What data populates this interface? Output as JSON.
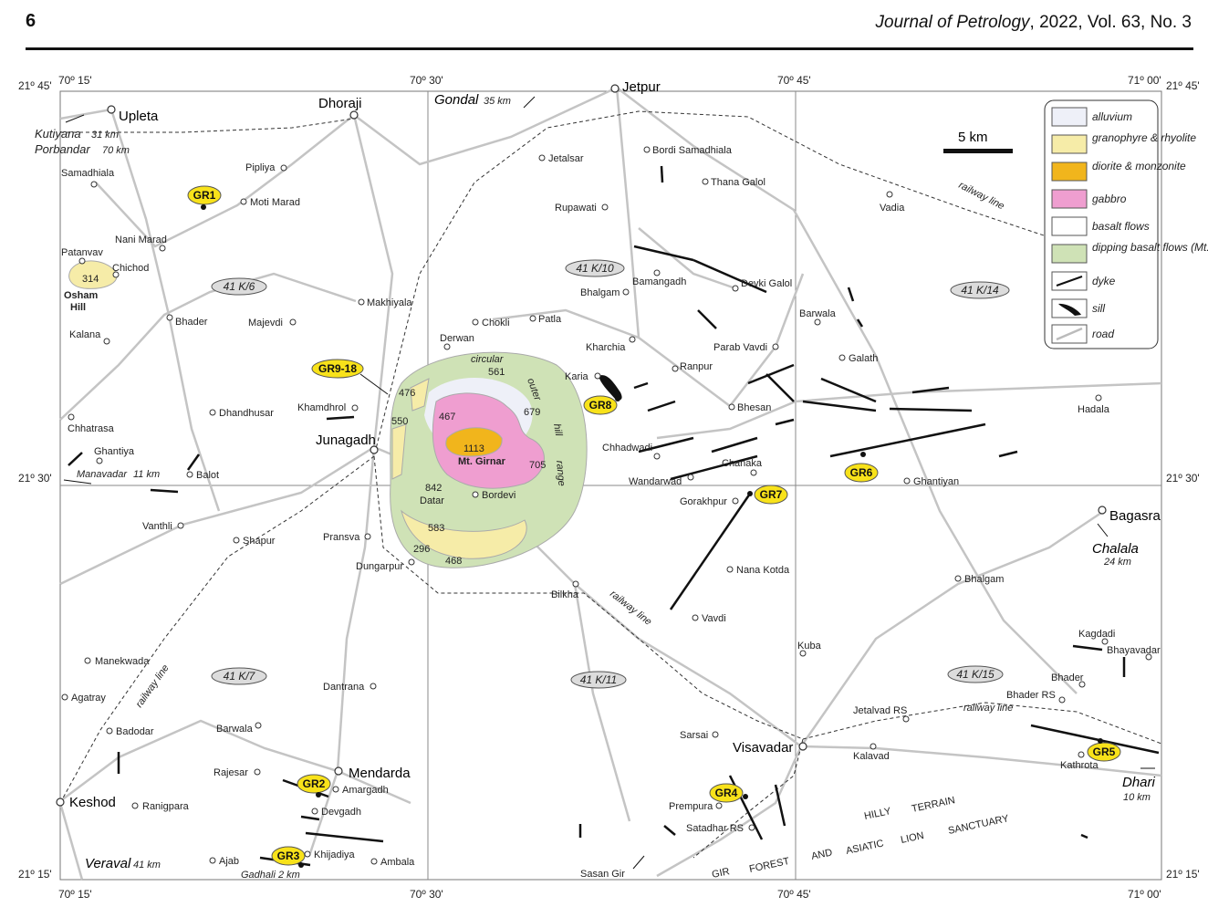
{
  "header": {
    "page_number": "6",
    "journal_name": "Journal of Petrology",
    "journal_rest": ", 2022, Vol. 63, No. 3"
  },
  "coords": {
    "lon_70_15": "70º 15'",
    "lon_70_30": "70º 30'",
    "lon_70_45": "70º 45'",
    "lon_71_00": "71º 00'",
    "lat_21_45": "21º 45'",
    "lat_21_30": "21º 30'",
    "lat_21_15": "21º 15'"
  },
  "legend": {
    "scale": "5 km",
    "items": [
      {
        "label": "alluvium",
        "color": "#eef0f8"
      },
      {
        "label": "granophyre & rhyolite",
        "color": "#f6eca8"
      },
      {
        "label": "diorite & monzonite",
        "color": "#f1b51c"
      },
      {
        "label": "gabbro",
        "color": "#ef9ed0"
      },
      {
        "label": "basalt flows",
        "color": "#ffffff"
      },
      {
        "label": "dipping basalt flows (Mt. Girnar)",
        "color": "#cfe2b6"
      },
      {
        "label": "dyke"
      },
      {
        "label": "sill"
      },
      {
        "label": "road"
      }
    ]
  },
  "sheets": [
    "41 K/6",
    "41 K/10",
    "41 K/14",
    "41 K/7",
    "41 K/11",
    "41 K/15"
  ],
  "samples": [
    "GR1",
    "GR9-18",
    "GR8",
    "GR6",
    "GR7",
    "GR2",
    "GR3",
    "GR4",
    "GR5"
  ],
  "towns": {
    "jetpur": "Jetpur",
    "dhoraji": "Dhoraji",
    "upleta": "Upleta",
    "junagadh": "Junagadh",
    "mendarda": "Mendarda",
    "keshod": "Keshod",
    "visavadar": "Visavadar",
    "bagasra": "Bagasra"
  },
  "villages": {
    "samadhiala": "Samadhiala",
    "pipliya": "Pipliya",
    "moti_marad": "Moti Marad",
    "nani_marad": "Nani Marad",
    "patanvav": "Patanvav",
    "chichod": "Chichod",
    "kalana": "Kalana",
    "bhader": "Bhader",
    "majevdi": "Majevdi",
    "makhiyala": "Makhiyala",
    "chhatrasa": "Chhatrasa",
    "dhandhusar": "Dhandhusar",
    "khamdhrol": "Khamdhrol",
    "ghantiya": "Ghantiya",
    "balot": "Balot",
    "vanthli": "Vanthli",
    "shapur": "Shapur",
    "pransva": "Pransva",
    "dungarpur": "Dungarpur",
    "manekwada": "Manekwada",
    "agatray": "Agatray",
    "badodar": "Badodar",
    "barwala_s": "Barwala",
    "dantrana": "Dantrana",
    "rajesar": "Rajesar",
    "amargadh": "Amargadh",
    "devgadh": "Devgadh",
    "ranigpara": "Ranigpara",
    "khijadiya": "Khijadiya",
    "ajab": "Ajab",
    "ambala": "Ambala",
    "jetalsar": "Jetalsar",
    "bordi": "Bordi Samadhiala",
    "thana_galol": "Thana Galol",
    "rupawati": "Rupawati",
    "vadia": "Vadia",
    "bhalgam_n": "Bhalgam",
    "bamangadh": "Bamangadh",
    "devki_galol": "Devki Galol",
    "chokli": "Chokli",
    "patla": "Patla",
    "derwan": "Derwan",
    "kharchia": "Kharchia",
    "parab_vavdi": "Parab Vavdi",
    "barwala_n": "Barwala",
    "galath": "Galath",
    "karia": "Karia",
    "ranpur": "Ranpur",
    "bhesan": "Bhesan",
    "hadala": "Hadala",
    "chhadwadi": "Chhadwadi",
    "chanaka": "Chanaka",
    "wandarwad": "Wandarwad",
    "ghantiyan": "Ghantiyan",
    "gorakhpur": "Gorakhpur",
    "bordevi": "Bordevi",
    "datar": "Datar",
    "nana_kotda": "Nana Kotda",
    "bhalgam_e": "Bhalgam",
    "bilkha": "Bilkha",
    "vavdi": "Vavdi",
    "kuba": "Kuba",
    "kagdadi": "Kagdadi",
    "bhayavadar": "Bhayavadar",
    "bhader_e": "Bhader",
    "bhader_rs": "Bhader RS",
    "jetalvad_rs": "Jetalvad RS",
    "kalavad": "Kalavad",
    "sarsai": "Sarsai",
    "prempura": "Prempura",
    "satadhar_rs": "Satadhar RS",
    "kathrota": "Kathrota",
    "sasan_gir": "Sasan Gir"
  },
  "directions": {
    "gondal": "Gondal",
    "gondal_dist": "35 km",
    "kutiyana": "Kutiyana",
    "kutiyana_dist": "31 km",
    "porbandar": "Porbandar",
    "porbandar_dist": "70 km",
    "manavadar": "Manavadar",
    "manavadar_dist": "11 km",
    "chalala": "Chalala",
    "chalala_dist": "24 km",
    "veraval": "Veraval",
    "veraval_dist": "41 km",
    "gadhali": "Gadhali 2 km",
    "dhari": "Dhari",
    "dhari_dist": "10 km"
  },
  "features": {
    "osham_hill_1": "Osham",
    "osham_hill_2": "Hill",
    "osham_314": "314",
    "mt_girnar": "Mt. Girnar",
    "circular": "circular",
    "outer": "outer",
    "hill": "hill",
    "range": "range",
    "railway_line": "railway line",
    "hilly": "HILLY",
    "terrain": "TERRAIN",
    "and": "AND",
    "asiatic": "ASIATIC",
    "lion": "LION",
    "sanctuary": "SANCTUARY",
    "gir": "GIR",
    "forest": "FOREST"
  },
  "spot_heights": {
    "h561": "561",
    "h476": "476",
    "h467": "467",
    "h679": "679",
    "h550": "550",
    "h1113": "1113",
    "h705": "705",
    "h842": "842",
    "h583": "583",
    "h296": "296",
    "h468": "468"
  }
}
